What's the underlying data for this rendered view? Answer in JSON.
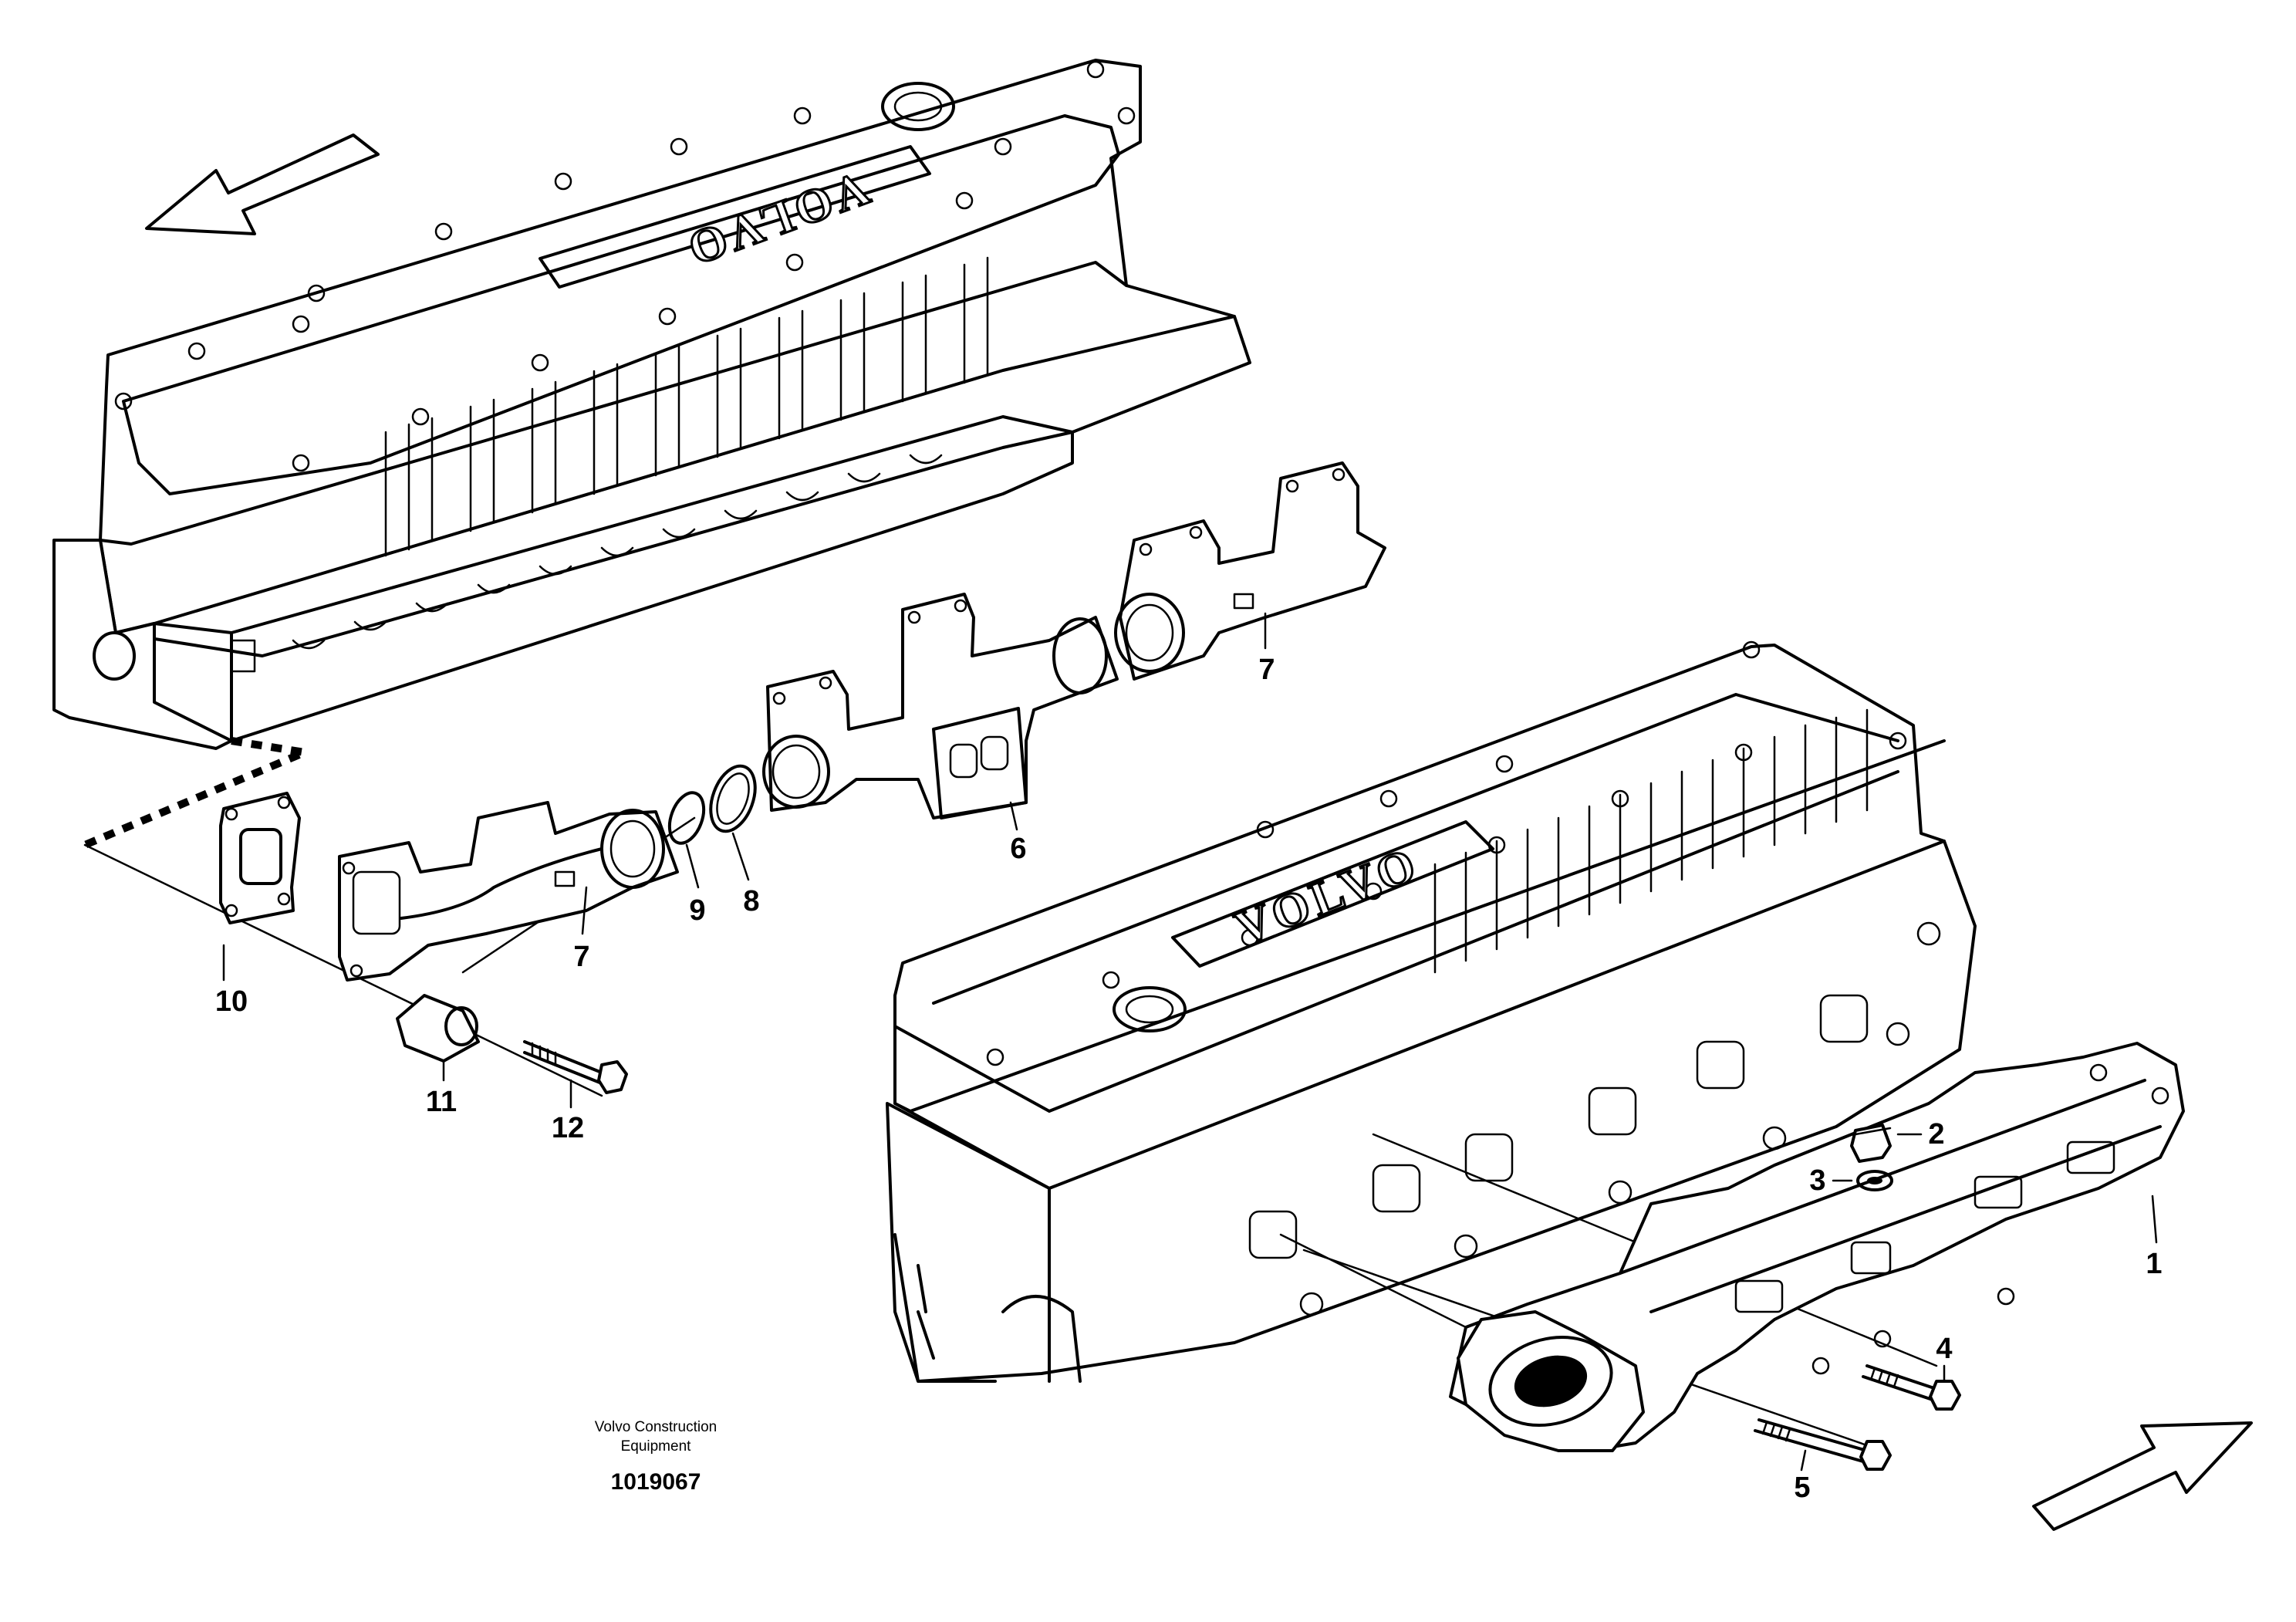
{
  "diagram": {
    "callouts": [
      {
        "id": "1",
        "label": "1"
      },
      {
        "id": "2",
        "label": "2"
      },
      {
        "id": "3",
        "label": "3"
      },
      {
        "id": "4",
        "label": "4"
      },
      {
        "id": "5",
        "label": "5"
      },
      {
        "id": "6",
        "label": "6"
      },
      {
        "id": "7a",
        "label": "7"
      },
      {
        "id": "7b",
        "label": "7"
      },
      {
        "id": "8",
        "label": "8"
      },
      {
        "id": "9",
        "label": "9"
      },
      {
        "id": "10",
        "label": "10"
      },
      {
        "id": "11",
        "label": "11"
      },
      {
        "id": "12",
        "label": "12"
      }
    ],
    "valve_cover_logo": "VOLVO",
    "footer": {
      "brand_line1": "Volvo Construction",
      "brand_line2": "Equipment",
      "doc_number": "1019067"
    }
  },
  "colors": {
    "line": "#000000",
    "background": "#ffffff"
  }
}
